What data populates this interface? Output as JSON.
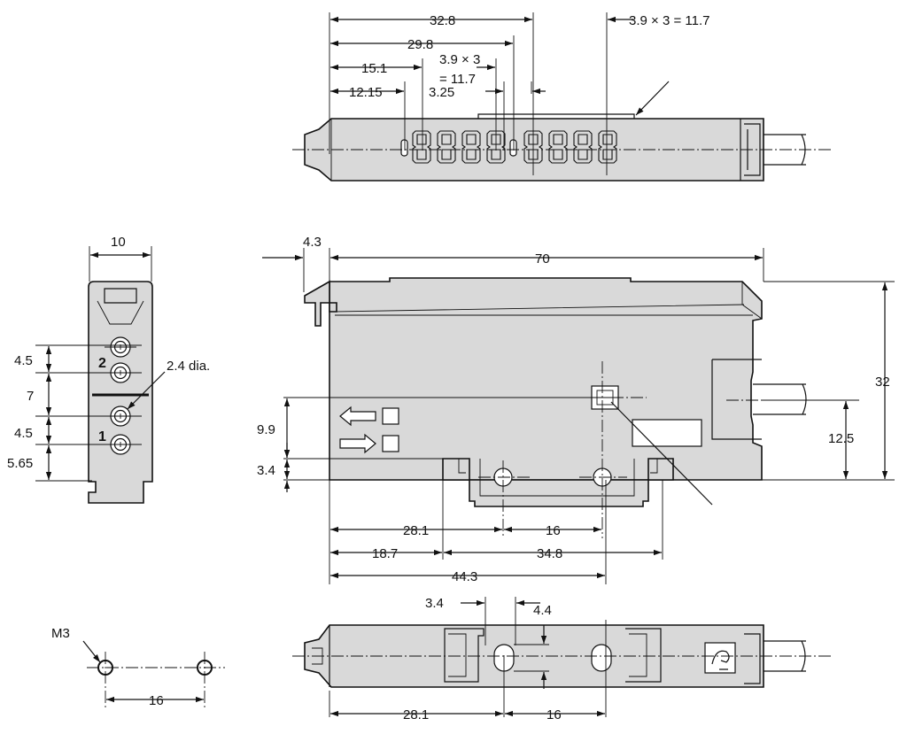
{
  "top_view": {
    "dims": {
      "d32_8": "32.8",
      "d3_9x3_right": "3.9 × 3 = 11.7",
      "d29_8": "29.8",
      "d3_9x3_left_line1": "3.9 × 3",
      "d3_9x3_left_line2": "= 11.7",
      "d15_1": "15.1",
      "d12_15": "12.15",
      "d3_25": "3.25"
    }
  },
  "side_view": {
    "dims": {
      "width": "10",
      "d4_5_a": "4.5",
      "d7": "7",
      "d4_5_b": "4.5",
      "d5_65": "5.65",
      "hole_dia": "2.4 dia."
    },
    "channel_labels": [
      "2",
      "1"
    ]
  },
  "front_view": {
    "dims": {
      "d4_3": "4.3",
      "d70": "70",
      "d32": "32",
      "d9_9": "9.9",
      "d12_5": "12.5",
      "d3_4": "3.4",
      "d28_1": "28.1",
      "d16": "16",
      "d18_7": "18.7",
      "d34_8": "34.8",
      "d44_3": "44.3"
    }
  },
  "mount_holes": {
    "dims": {
      "thread": "M3",
      "pitch": "16"
    }
  },
  "bottom_view": {
    "dims": {
      "d3_4": "3.4",
      "d4_4": "4.4",
      "d28_1": "28.1",
      "d16": "16"
    }
  }
}
